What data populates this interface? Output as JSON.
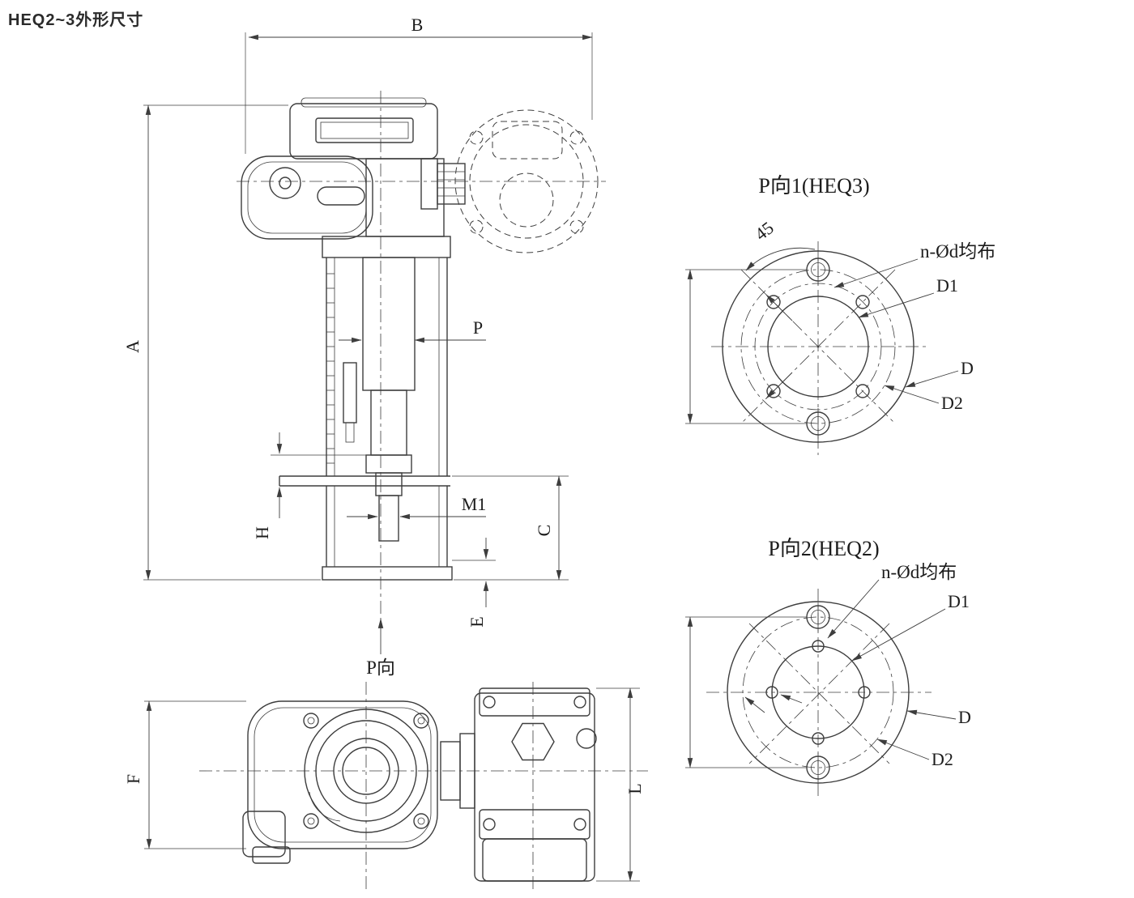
{
  "page": {
    "title": "HEQ2~3外形尺寸"
  },
  "colors": {
    "line": "#3d3d3d",
    "text": "#1c1c1c",
    "background": "#ffffff"
  },
  "front_view": {
    "dim_B": "B",
    "dim_A": "A",
    "dim_P": "P",
    "dim_M1": "M1",
    "dim_C": "C",
    "dim_H": "H",
    "dim_E": "E",
    "view_direction_label": "P向"
  },
  "bottom_view": {
    "dim_F": "F",
    "dim_L": "L"
  },
  "flange_view_heq3": {
    "title": "P向1(HEQ3)",
    "angle_label": "45",
    "bolt_pattern_label": "n-Ød均布",
    "dim_D1": "D1",
    "dim_D": "D",
    "dim_D2": "D2"
  },
  "flange_view_heq2": {
    "title": "P向2(HEQ2)",
    "bolt_pattern_label": "n-Ød均布",
    "dim_D1": "D1",
    "dim_D": "D",
    "dim_D2": "D2"
  }
}
